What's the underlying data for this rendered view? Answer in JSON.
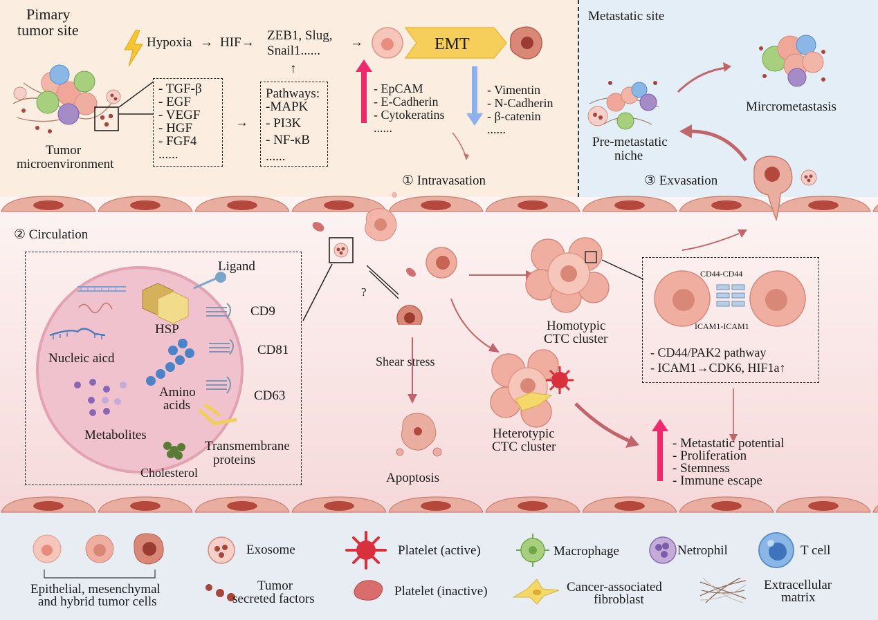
{
  "primary": {
    "title_line1": "Pimary",
    "title_line2": "tumor site",
    "hypoxia": "Hypoxia",
    "arrow": "→",
    "hif": "HIF→",
    "zeb_line1": "ZEB1, Slug,",
    "zeb_line2": "Snail1......",
    "up_arrow": "↑",
    "microenv_line1": "Tumor",
    "microenv_line2": "microenvironment",
    "factors": [
      "- TGF-β",
      "- EGF",
      "- VEGF",
      "- HGF",
      "- FGF4",
      "......"
    ],
    "pathways": [
      "Pathways:",
      "-MAPK",
      "- PI3K",
      "- NF-κB",
      "......"
    ],
    "emt": "EMT",
    "epithelial_markers": [
      "- EpCAM",
      "- E-Cadherin",
      "- Cytokeratins",
      "......"
    ],
    "mesenchymal_markers": [
      "- Vimentin",
      "- N-Cadherin",
      "- β-catenin",
      "......"
    ],
    "intravasation": "① Intravasation"
  },
  "metastatic": {
    "title": "Metastatic site",
    "micrometastasis": "Mircrometastasis",
    "niche_line1": "Pre-metastatic",
    "niche_line2": "niche",
    "exvasation": "③ Exvasation"
  },
  "circulation": {
    "title": "② Circulation",
    "exosome_contents": {
      "ligand": "Ligand",
      "cd9": "CD9",
      "cd81": "CD81",
      "cd63": "CD63",
      "hsp": "HSP",
      "nucleic": "Nucleic aicd",
      "amino_line1": "Amino",
      "amino_line2": "acids",
      "metabolites": "Metabolites",
      "transmembrane_line1": "Transmembrane",
      "transmembrane_line2": "proteins",
      "cholesterol": "Cholesterol"
    },
    "question": "?",
    "shear_stress": "Shear stress",
    "apoptosis": "Apoptosis",
    "homotypic_line1": "Homotypic",
    "homotypic_line2": "CTC cluster",
    "heterotypic_line1": "Heterotypic",
    "heterotypic_line2": "CTC cluster",
    "cd44_label": "CD44-CD44",
    "icam_label": "ICAM1-ICAM1",
    "pathway_notes": [
      "- CD44/PAK2 pathway",
      "- ICAM1→CDK6, HIF1a↑"
    ],
    "outcomes": [
      "- Metastatic potential",
      "- Proliferation",
      "- Stemness",
      "- Immune escape"
    ]
  },
  "legend": {
    "tumor_cells_line1": "Epithelial, mesenchymal",
    "tumor_cells_line2": "and hybrid tumor cells",
    "exosome": "Exosome",
    "secreted_line1": "Tumor",
    "secreted_line2": "secreted factors",
    "platelet_active": "Platelet (active)",
    "platelet_inactive": "Platelet (inactive)",
    "macrophage": "Macrophage",
    "caf_line1": "Cancer-associated",
    "caf_line2": "fibroblast",
    "netrophil": "Netrophil",
    "tcell": "T cell",
    "ecm_line1": "Extracellular",
    "ecm_line2": "matrix"
  },
  "colors": {
    "tumor_panel": "#fbeee0",
    "metastatic_panel": "#e4eef6",
    "legend_panel": "#e8edf3",
    "emt_arrow": "#f6cf5a",
    "up_arrow_pink": "#ee2a6c",
    "down_arrow_blue": "#8fb0ea",
    "cell_pink": "#f2b5a8",
    "vessel": "#e9aea0"
  }
}
